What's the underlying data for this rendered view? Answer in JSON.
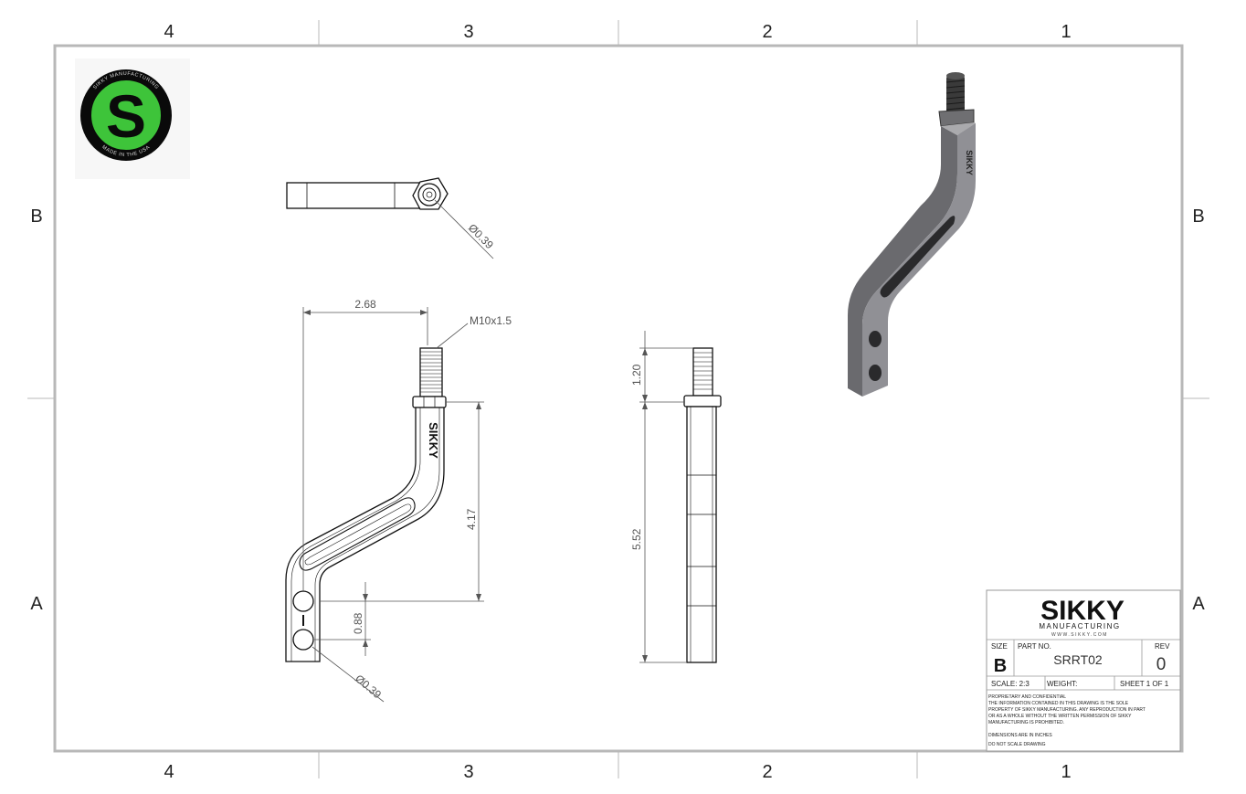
{
  "sheet": {
    "zones_top": [
      "4",
      "3",
      "2",
      "1"
    ],
    "zones_bottom": [
      "4",
      "3",
      "2",
      "1"
    ],
    "zones_left": [
      "B",
      "A"
    ],
    "zones_right": [
      "B",
      "A"
    ]
  },
  "logo": {
    "letter": "S",
    "ring_text_top": "SIKKY MANUFACTURING",
    "ring_text_bottom": "MADE IN THE USA",
    "colors": {
      "outer": "#0a0a0a",
      "green": "#3ec43a",
      "letter": "#0a0a0a"
    }
  },
  "top_view": {
    "hole_dim": "Ø0.39"
  },
  "front_view": {
    "width_dim": "2.68",
    "thread_note": "M10x1.5",
    "height_dim": "4.17",
    "hole_spacing_dim": "0.88",
    "hole_dim": "Ø0.39",
    "engraving": "SIKKY"
  },
  "side_view": {
    "stud_dim": "1.20",
    "body_dim": "5.52"
  },
  "title_block": {
    "brand": "SIKKY",
    "brand_sub": "MANUFACTURING",
    "website": "WWW.SIKKY.COM",
    "size_label": "SIZE",
    "size_value": "B",
    "part_no_label": "PART NO.",
    "part_no_value": "SRRT02",
    "rev_label": "REV",
    "rev_value": "0",
    "scale": "SCALE: 2:3",
    "weight": "WEIGHT:",
    "sheet": "SHEET 1 OF 1",
    "confidential_title": "PROPRIETARY AND CONFIDENTIAL",
    "confidential_1": "THE INFORMATION CONTAINED IN THIS DRAWING IS THE SOLE",
    "confidential_2": "PROPERTY OF SIKKY MANUFACTURING. ANY REPRODUCTION IN PART",
    "confidential_3": "OR AS A WHOLE WITHOUT THE WRITTEN PERMISSION OF SIKKY",
    "confidential_4": "MANUFACTURING IS PROHIBITED.",
    "units_note": "DIMENSIONS ARE IN INCHES",
    "scale_note": "DO NOT SCALE DRAWING"
  }
}
